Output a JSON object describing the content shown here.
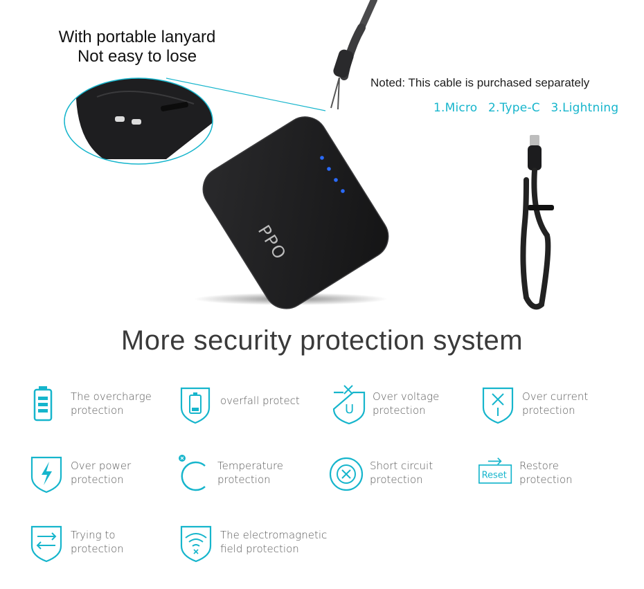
{
  "header": {
    "lanyard_caption_line1": "With portable lanyard",
    "lanyard_caption_line2": "Not easy to lose",
    "cable_note": "Noted: This cable is purchased separately",
    "cable_types": [
      "1.Micro",
      "2.Type-C",
      "3.Lightning"
    ]
  },
  "product": {
    "brand_logo_text": "PPO"
  },
  "section_title": "More security protection system",
  "features": [
    {
      "icon": "battery-full-icon",
      "label": "The overcharge\nprotection"
    },
    {
      "icon": "battery-low-shield-icon",
      "label": "overfall protect"
    },
    {
      "icon": "voltage-shield-icon",
      "label": "Over voltage\nprotection"
    },
    {
      "icon": "current-shield-icon",
      "label": "Over current\nprotection"
    },
    {
      "icon": "lightning-shield-icon",
      "label": "Over power\nprotection"
    },
    {
      "icon": "temperature-icon",
      "label": "Temperature\nprotection"
    },
    {
      "icon": "short-circuit-icon",
      "label": "Short circuit\nprotection"
    },
    {
      "icon": "reset-icon",
      "label": "Restore\nprotection"
    },
    {
      "icon": "arrows-shield-icon",
      "label": "Trying to\nprotection"
    },
    {
      "icon": "wifi-shield-icon",
      "label": "The electromagnetic\nfield protection"
    }
  ],
  "colors": {
    "accent": "#16b5cc",
    "device": "#1d1d1f",
    "text": "#5a5a5a"
  },
  "reset_icon_text": "Reset",
  "voltage_icon_letter": "U"
}
